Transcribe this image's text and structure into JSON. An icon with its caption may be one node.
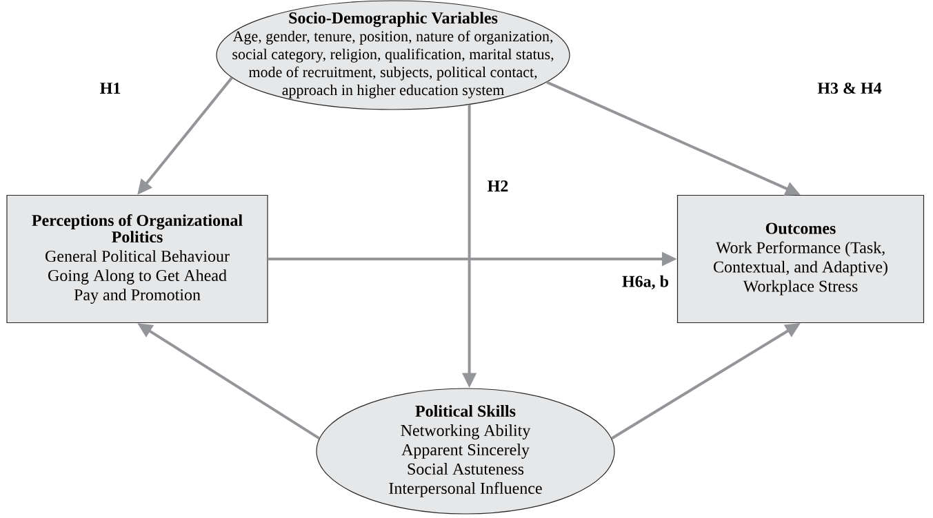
{
  "diagram": {
    "nodes": [
      {
        "text": [
          "Socio-Demographic Variables",
          "Age, gender, tenure, position, nature of organization, social category, religion, qualification, marital status, mode of recruitment, subjects, political contact, approach in higher education system"
        ]
      },
      {
        "text": [
          "Perceptions of Organizational Politics",
          "General Political Behaviour",
          "Going Along to Get Ahead",
          "Pay and Promotion"
        ]
      },
      {
        "text": [
          "Outcomes",
          "Work Performance (Task, Contextual, and Adaptive)",
          "Workplace Stress"
        ]
      },
      {
        "text": [
          "Political Skills",
          "Networking Ability",
          "Apparent Sincerely",
          "Social Astuteness",
          "Interpersonal Influence"
        ]
      }
    ],
    "edges": [
      {
        "from": 0,
        "to": 1,
        "arrow": "to"
      },
      {
        "from": 0,
        "to": 2,
        "arrow": "to"
      },
      {
        "from": 0,
        "to": 3,
        "arrow": "to"
      },
      {
        "from": 1,
        "to": 2,
        "arrow": "to"
      },
      {
        "from": 3,
        "to": 1,
        "arrow": "to"
      },
      {
        "from": 3,
        "to": 2,
        "arrow": "to"
      }
    ],
    "labels": [
      "H1",
      "H3 & H4",
      "H2",
      "H6a, b"
    ]
  }
}
